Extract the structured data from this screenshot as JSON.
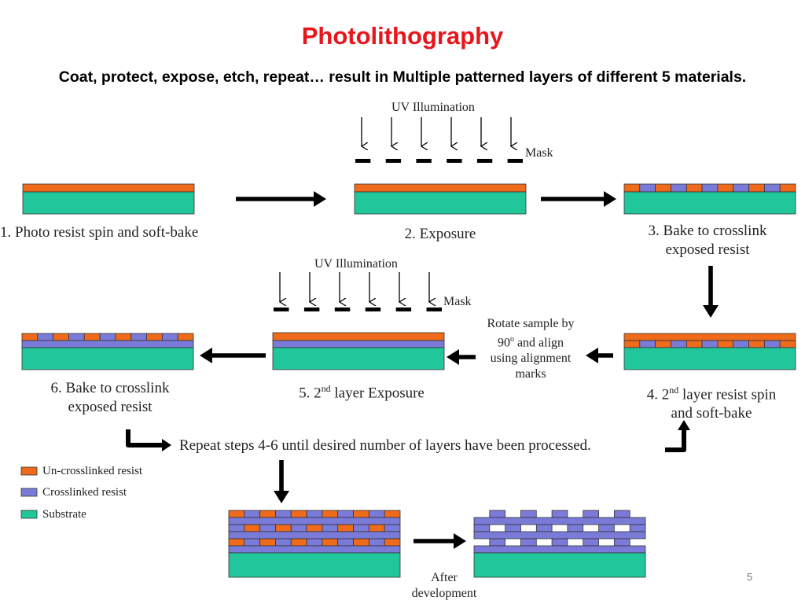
{
  "slide": {
    "title": "Photolithography",
    "subtitle": "Coat, protect, expose, etch, repeat…  result in Multiple patterned layers of different 5 materials.",
    "page_number": "5"
  },
  "colors": {
    "uncrosslinked": "#ef6a1a",
    "crosslinked": "#7a7bd8",
    "substrate": "#21c79a",
    "title": "#e8151b"
  },
  "labels": {
    "uv_illumination": "UV  Illumination",
    "mask": "Mask",
    "rotate_line1": "Rotate sample by",
    "rotate_line2_num": "90",
    "rotate_line2_sup": "o",
    "rotate_line2_rest": " and align",
    "rotate_line3": "using  alignment",
    "rotate_line4": "marks",
    "repeat": "Repeat steps 4-6 until desired number of layers have been processed.",
    "after_line1": "After",
    "after_line2": "development"
  },
  "steps": {
    "s1": "1. Photo resist spin and soft-bake",
    "s2": "2. Exposure",
    "s3_line1": "3. Bake to crosslink",
    "s3_line2": "exposed resist",
    "s4_pre": "4.  2",
    "s4_sup": "nd",
    "s4_post": "  layer resist spin",
    "s4_line2": "and soft-bake",
    "s5_pre": "5.  2",
    "s5_sup": "nd",
    "s5_post": "  layer  Exposure",
    "s6_line1": "6. Bake to crosslink",
    "s6_line2": "exposed resist"
  },
  "legend": {
    "uncrosslinked": "Un-crosslinked resist",
    "crosslinked": "Crosslinked resist",
    "substrate": "Substrate"
  }
}
